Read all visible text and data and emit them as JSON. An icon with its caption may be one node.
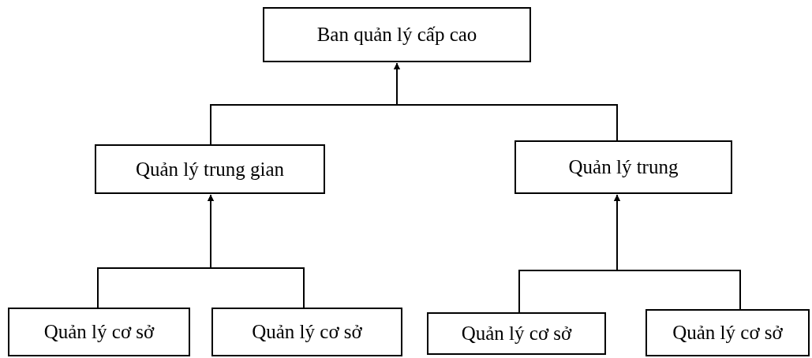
{
  "diagram": {
    "nodes": [
      {
        "text": [
          "Ban quản lý cấp cao"
        ]
      },
      {
        "text": [
          "Quản lý trung gian"
        ]
      },
      {
        "text": [
          "Quản lý trung"
        ]
      },
      {
        "text": [
          "Quản lý cơ sở"
        ]
      },
      {
        "text": [
          "Quản lý cơ sở"
        ]
      },
      {
        "text": [
          "Quản lý cơ sở"
        ]
      },
      {
        "text": [
          "Quản lý cơ sở"
        ]
      }
    ],
    "edges": [
      {
        "from": 1,
        "to": 0,
        "arrow": "to"
      },
      {
        "from": 2,
        "to": 0,
        "arrow": "to"
      },
      {
        "from": 3,
        "to": 1,
        "arrow": "to"
      },
      {
        "from": 4,
        "to": 1,
        "arrow": "to"
      },
      {
        "from": 5,
        "to": 2,
        "arrow": "to"
      },
      {
        "from": 6,
        "to": 2,
        "arrow": "to"
      }
    ]
  }
}
